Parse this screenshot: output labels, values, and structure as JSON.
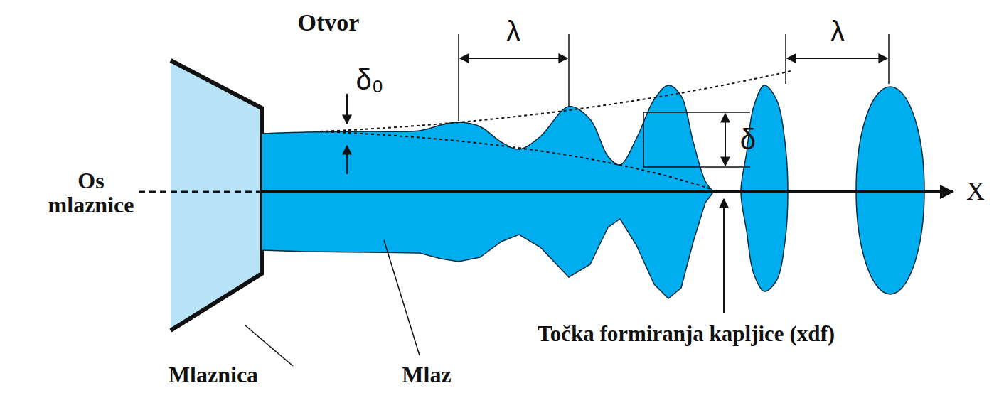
{
  "diagram": {
    "labels": [
      "Otvor",
      "δ₀",
      "λ",
      "λ",
      "δ",
      "Os mlaznice",
      "X",
      "Točka formiranja kapljice (xdf)",
      "Mlaznica",
      "Mlaz"
    ]
  }
}
